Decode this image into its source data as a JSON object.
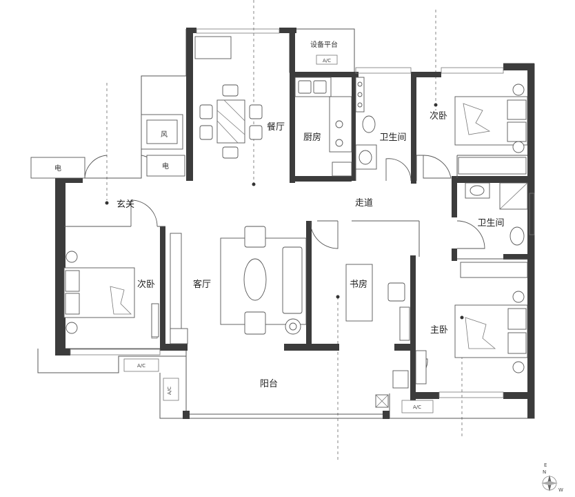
{
  "rooms": {
    "dining": "餐厅",
    "kitchen": "厨房",
    "bath_top": "卫生间",
    "bedroom_nw": "次卧",
    "entrance": "玄关",
    "corridor": "走道",
    "bath_mid": "卫生间",
    "bedroom_w": "次卧",
    "living": "客厅",
    "study": "书房",
    "master": "主卧",
    "balcony": "阳台",
    "equipment": "设备平台"
  },
  "labels": {
    "elec1": "电",
    "elec2": "电",
    "wind": "风",
    "ac": "A/C",
    "compass_e": "E",
    "compass_n": "N",
    "compass_w": "W"
  }
}
